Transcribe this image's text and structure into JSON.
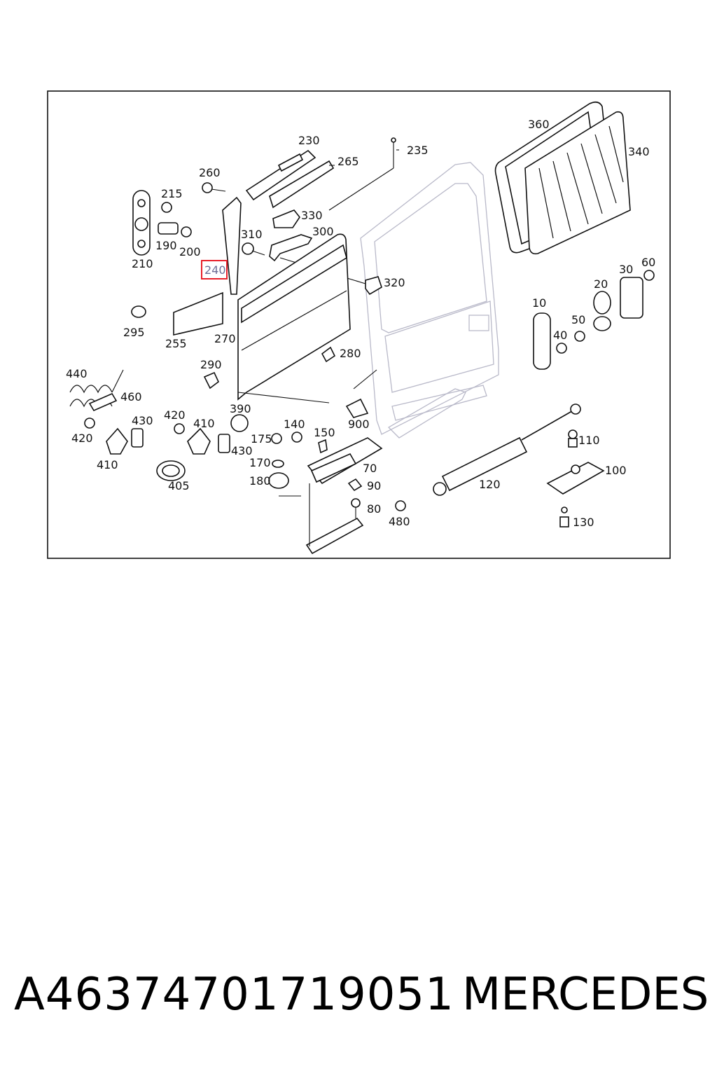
{
  "diagram": {
    "labels": {
      "l10": "10",
      "l20": "20",
      "l30": "30",
      "l40": "40",
      "l50": "50",
      "l60": "60",
      "l70": "70",
      "l80": "80",
      "l90": "90",
      "l100": "100",
      "l110": "110",
      "l120": "120",
      "l130": "130",
      "l140": "140",
      "l150": "150",
      "l170": "170",
      "l175": "175",
      "l180": "180",
      "l190": "190",
      "l200": "200",
      "l210": "210",
      "l215": "215",
      "l230": "230",
      "l235": "235",
      "l240": "240",
      "l255": "255",
      "l260": "260",
      "l265": "265",
      "l270": "270",
      "l280": "280",
      "l290": "290",
      "l295": "295",
      "l300": "300",
      "l310": "310",
      "l320": "320",
      "l330": "330",
      "l340": "340",
      "l360": "360",
      "l390": "390",
      "l405": "405",
      "l410a": "410",
      "l410b": "410",
      "l420a": "420",
      "l420b": "420",
      "l430a": "430",
      "l430b": "430",
      "l440": "440",
      "l460": "460",
      "l480": "480",
      "l900": "900"
    },
    "highlighted_part": "240",
    "highlight_color": "#e8202a"
  },
  "footer": {
    "part_number": "A4637470171905​1",
    "brand": "MERCEDES"
  }
}
